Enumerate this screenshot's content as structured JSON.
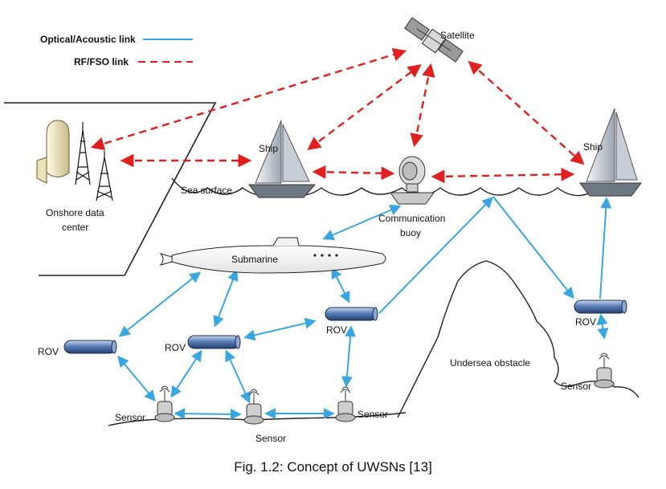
{
  "legend": {
    "optical_acoustic": "Optical/Acoustic link",
    "rf_fso": "RF/FSO link"
  },
  "labels": {
    "satellite": "Satellite",
    "ship_left": "Ship",
    "ship_right": "Ship",
    "sea_surface": "Sea surface",
    "onshore_line1": "Onshore data",
    "onshore_line2": "center",
    "buoy_line1": "Communication",
    "buoy_line2": "buoy",
    "submarine": "Submarine",
    "rov_1": "ROV",
    "rov_2": "ROV",
    "rov_3": "ROV",
    "rov_4": "ROV",
    "sensor_1": "Sensor",
    "sensor_2": "Sensor",
    "sensor_3": "Sensor",
    "sensor_4": "Sensor",
    "obstacle": "Undersea obstacle"
  },
  "caption": "Fig. 1.2: Concept of UWSNs [13]",
  "colors": {
    "optical_link": "#3aa6e0",
    "rf_link": "#e02020",
    "rov_fill": "#5a7fb8"
  }
}
